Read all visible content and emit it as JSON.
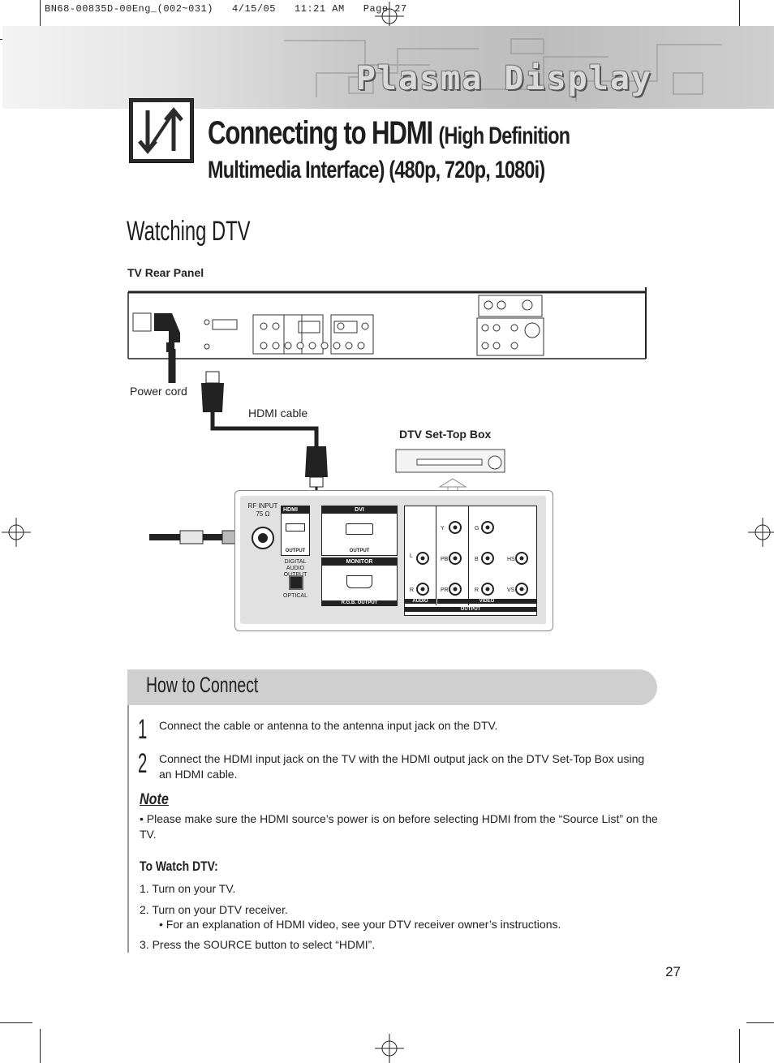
{
  "print_slug": "BN68-00835D-00Eng_(002~031)   4/15/05   11:21 AM   Page 27",
  "banner": {
    "title": "Plasma Display"
  },
  "header": {
    "title_main": "Connecting to HDMI",
    "title_paren": "(High Definition",
    "title_line2": "Multimedia Interface) (480p, 720p, 1080i)"
  },
  "watching_dtv": {
    "heading": "Watching DTV",
    "tv_rear_panel_label": "TV Rear Panel",
    "power_cord_label": "Power cord",
    "hdmi_cable_label": "HDMI cable",
    "dtv_box_label": "DTV Set-Top Box",
    "box_panel": {
      "rf_input": "RF INPUT",
      "rf_ohm": "75 Ω",
      "hdmi": "HDMI",
      "output": "OUTPUT",
      "digital_audio": "DIGITAL AUDIO OUTPUT",
      "optical": "OPTICAL",
      "dvi": "DVI",
      "dvi_output": "OUTPUT",
      "monitor": "MONITOR",
      "rgb_output": "R.G.B. OUTPUT",
      "y": "Y",
      "pb": "PB",
      "pr": "PR",
      "g": "G",
      "b": "B",
      "r": "R",
      "l": "L",
      "r_audio": "R",
      "hs": "HS",
      "vs": "VS",
      "audio": "AUDIO",
      "video": "VIDEO",
      "outputs": "OUTPUT"
    }
  },
  "how_to_connect": {
    "title": "How to Connect",
    "steps": [
      {
        "num": "1",
        "text": "Connect the cable or antenna to the antenna input jack on the DTV."
      },
      {
        "num": "2",
        "text": "Connect the HDMI input jack on the TV with the HDMI output jack on the DTV Set-Top Box using an HDMI cable."
      }
    ],
    "note_title": "Note",
    "note_text": "•   Please make sure the HDMI source’s power is on before selecting HDMI from the “Source List” on the TV.",
    "to_watch_title": "To Watch DTV:",
    "to_watch": [
      "1.   Turn on your TV.",
      "2.   Turn on your DTV receiver.",
      "• For an explanation of HDMI video, see your DTV receiver owner’s instructions.",
      "3.   Press the SOURCE button to select “HDMI”."
    ]
  },
  "page_number": "27"
}
